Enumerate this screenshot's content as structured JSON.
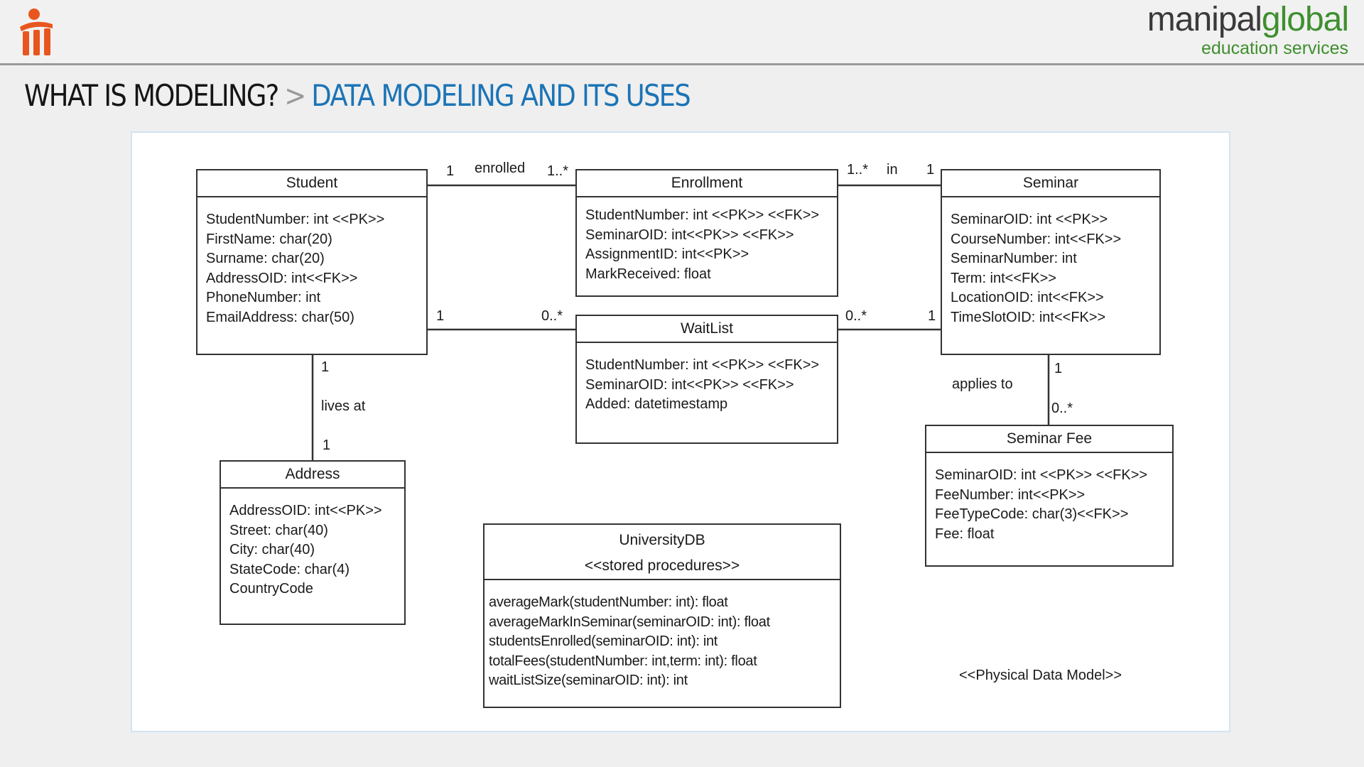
{
  "header": {
    "brand_main_a": "manipal",
    "brand_main_b": "global",
    "brand_sub": "education services",
    "title_main": "WHAT IS MODELING?",
    "title_sep": ">",
    "title_sub": "DATA MODELING AND ITS USES"
  },
  "colors": {
    "brand_green": "#3e8f2e",
    "title_blue": "#1c74b6",
    "logo_orange": "#e8561f"
  },
  "icons": {
    "logo": "manipal-logo-icon"
  },
  "entities": {
    "student": {
      "name": "Student",
      "attributes": [
        "StudentNumber: int <<PK>>",
        "FirstName: char(20)",
        "Surname: char(20)",
        "AddressOID: int<<FK>>",
        "PhoneNumber: int",
        "EmailAddress: char(50)"
      ]
    },
    "enrollment": {
      "name": "Enrollment",
      "attributes": [
        "StudentNumber: int <<PK>> <<FK>>",
        "SeminarOID: int<<PK>> <<FK>>",
        "AssignmentID: int<<PK>>",
        "MarkReceived: float"
      ]
    },
    "seminar": {
      "name": "Seminar",
      "attributes": [
        "SeminarOID: int <<PK>>",
        "CourseNumber: int<<FK>>",
        "SeminarNumber: int",
        "Term: int<<FK>>",
        "LocationOID: int<<FK>>",
        "TimeSlotOID: int<<FK>>"
      ]
    },
    "waitlist": {
      "name": "WaitList",
      "attributes": [
        "StudentNumber: int <<PK>> <<FK>>",
        "SeminarOID: int<<PK>> <<FK>>",
        "Added: datetimestamp"
      ]
    },
    "address": {
      "name": "Address",
      "attributes": [
        "AddressOID: int<<PK>>",
        "Street: char(40)",
        "City: char(40)",
        "StateCode: char(4)",
        "CountryCode"
      ]
    },
    "seminar_fee": {
      "name": "Seminar Fee",
      "attributes": [
        "SeminarOID: int <<PK>> <<FK>>",
        "FeeNumber: int<<PK>>",
        "FeeTypeCode: char(3)<<FK>>",
        "Fee: float"
      ]
    },
    "universitydb": {
      "name": "UniversityDB",
      "stereotype": "<<stored procedures>>",
      "attributes": [
        "averageMark(studentNumber: int): float",
        "averageMarkInSeminar(seminarOID: int): float",
        "studentsEnrolled(seminarOID: int): int",
        "totalFees(studentNumber: int,term: int): float",
        "waitListSize(seminarOID: int): int"
      ]
    }
  },
  "relationships": {
    "student_enrollment": {
      "label": "enrolled",
      "mult_a": "1",
      "mult_b": "1..*"
    },
    "enrollment_seminar": {
      "label": "in",
      "mult_a": "1..*",
      "mult_b": "1"
    },
    "student_waitlist": {
      "mult_a": "1",
      "mult_b": "0..*"
    },
    "waitlist_seminar": {
      "mult_a": "0..*",
      "mult_b": "1"
    },
    "student_address": {
      "label": "lives at",
      "mult_a": "1",
      "mult_b": "1"
    },
    "seminar_fee": {
      "label": "applies to",
      "mult_a": "1",
      "mult_b": "0..*"
    }
  },
  "footer_note": "<<Physical Data Model>>"
}
